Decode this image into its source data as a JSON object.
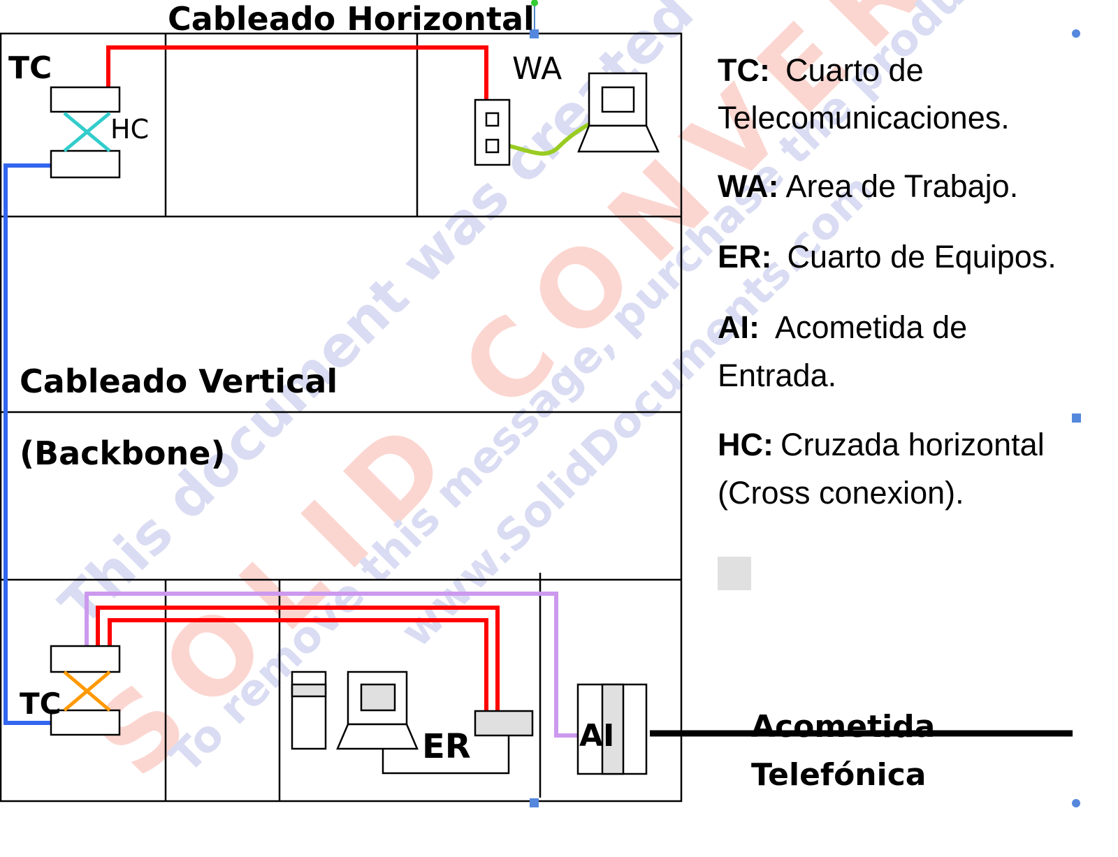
{
  "diagram": {
    "title_horizontal": "Cableado Horizontal",
    "label_tc_top": "TC",
    "label_hc": "HC",
    "label_wa": "WA",
    "label_vertical_1": "Cableado Vertical",
    "label_vertical_2": "(Backbone)",
    "label_tc_bottom": "TC",
    "label_er": "ER",
    "label_ai": "AI",
    "entrance_1": "Acometida",
    "entrance_2": "Telefónica"
  },
  "legend": [
    {
      "abbr": "TC:",
      "text": "Cuarto de",
      "cont": "Telecomunicaciones."
    },
    {
      "abbr": "WA:",
      "text": "Area de Trabajo."
    },
    {
      "abbr": "ER:",
      "text": "Cuarto de Equipos."
    },
    {
      "abbr": "AI:",
      "text": "Acometida de",
      "cont": "Entrada."
    },
    {
      "abbr": "HC:",
      "text": "Cruzada horizontal",
      "cont": "(Cross conexion)."
    }
  ],
  "colors": {
    "horizontal_cable": "#ff0000",
    "backbone_cable": "#3366ee",
    "patch_cable": "#99cc22",
    "cross_connect_top": "#33cccc",
    "cross_connect_bottom": "#ff9900",
    "entrance_cable": "#cc99ee",
    "equipment_fill": "#e0e0e0"
  },
  "watermark": {
    "line1": "This document was created with",
    "line2": "SOLID CONVERTER",
    "line3": "To remove this message, purchase the product at",
    "line4": "www.SolidDocuments.com"
  }
}
